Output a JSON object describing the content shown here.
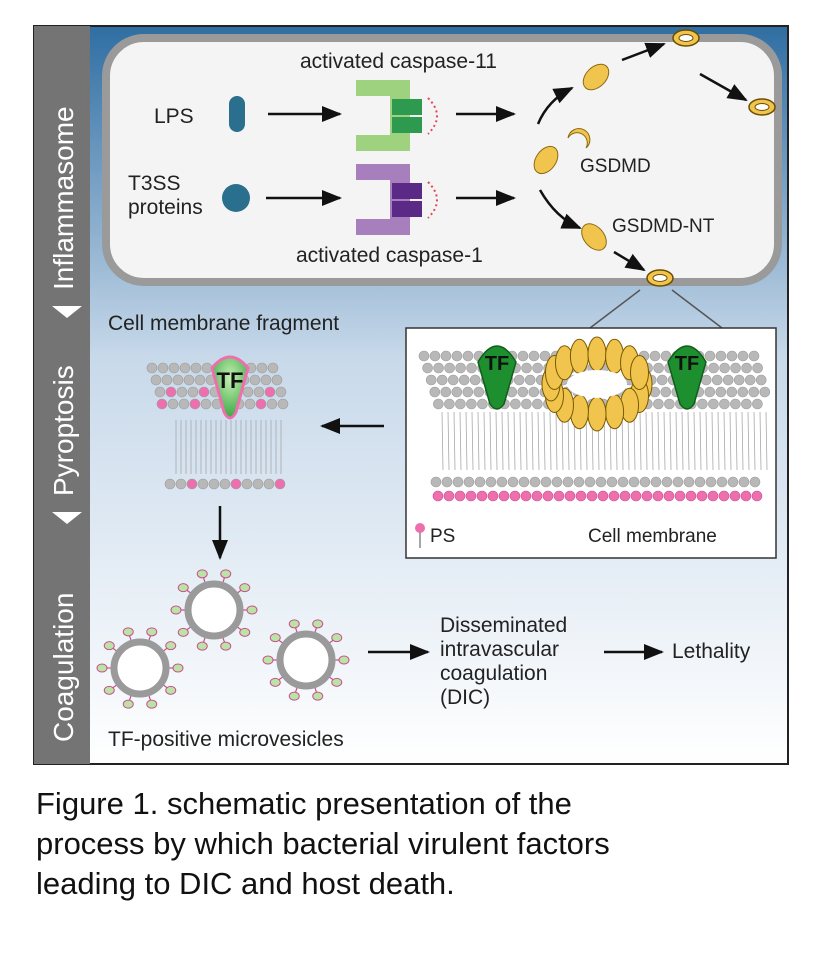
{
  "sidebar": {
    "inflammasome": "Inflammasome",
    "pyroptosis": "Pyroptosis",
    "coagulation": "Coagulation"
  },
  "labels": {
    "activated_caspase_11": "activated caspase-11",
    "activated_caspase_1": "activated caspase-1",
    "lps": "LPS",
    "t3ss_line1": "T3SS",
    "t3ss_line2": "proteins",
    "gsdmd": "GSDMD",
    "gsdmd_nt": "GSDMD-NT",
    "cell_membrane_fragment": "Cell membrane fragment",
    "tf": "TF",
    "ps": "PS",
    "cell_membrane": "Cell membrane",
    "dic_line1": "Disseminated",
    "dic_line2": "intravascular",
    "dic_line3": "coagulation",
    "dic_line4": "(DIC)",
    "lethality": "Lethality",
    "tf_positive_microvesicles": "TF-positive microvesicles"
  },
  "caption": {
    "line1": "Figure 1. schematic presentation of the",
    "line2": "process by which bacterial virulent factors",
    "line3": "leading to DIC and host death."
  },
  "colors": {
    "sidebar": "#747474",
    "caspase11": "#9ed27e",
    "caspase11_dark": "#2e9a50",
    "caspase1": "#a67fbc",
    "caspase1_dark": "#5a2a86",
    "lps": "#2a6f8d",
    "gsdmd": "#f1c44e",
    "tf_green": "#2ea23a",
    "ps_pink": "#ee6fad",
    "lipid_grey": "#b8b8b8"
  }
}
